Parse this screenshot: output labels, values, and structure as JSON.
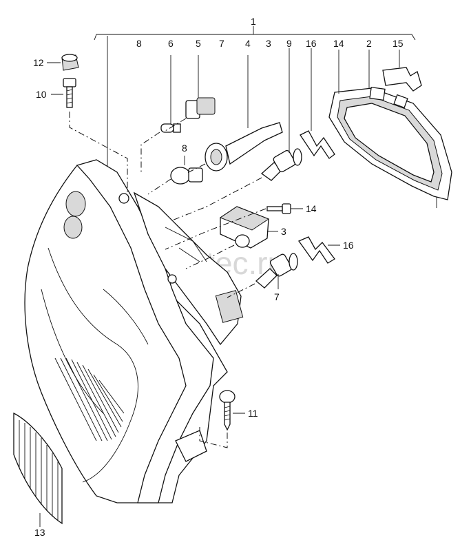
{
  "watermark": "vagtec.ru",
  "callouts": {
    "c1": "1",
    "c2": "2",
    "c3_top": "3",
    "c3_mid": "3",
    "c4": "4",
    "c5": "5",
    "c6": "6",
    "c7_top": "7",
    "c7_mid": "7",
    "c8_top": "8",
    "c8_mid": "8",
    "c9": "9",
    "c10": "10",
    "c11": "11",
    "c12": "12",
    "c13": "13",
    "c14_top": "14",
    "c14_mid": "14",
    "c15": "15",
    "c16_top": "16",
    "c16_mid": "16"
  }
}
